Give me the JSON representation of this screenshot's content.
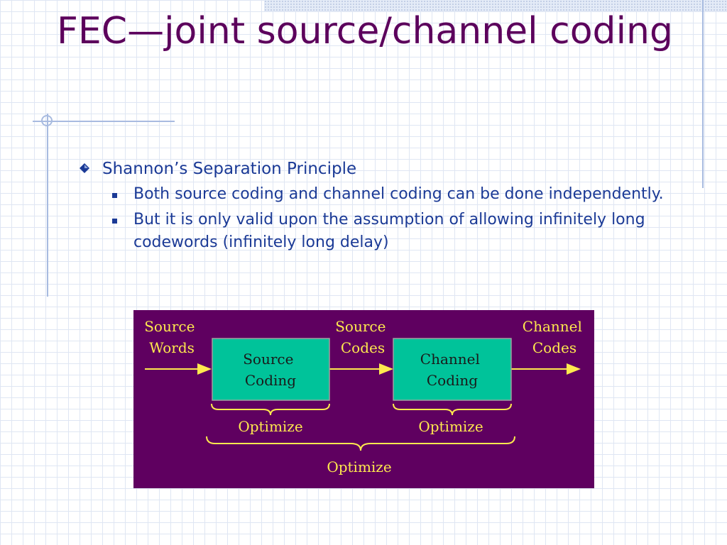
{
  "slide": {
    "title": "FEC—joint source/channel coding",
    "bullets": [
      {
        "text": "Shannon’s Separation Principle",
        "sub": [
          "Both source coding and channel coding can be done independently.",
          "But it is only valid upon the assumption of allowing infinitely long codewords (infinitely long delay)"
        ]
      }
    ]
  },
  "diagram": {
    "label_source_words": [
      "Source",
      "Words"
    ],
    "label_source_codes": [
      "Source",
      "Codes"
    ],
    "label_channel_codes": [
      "Channel",
      "Codes"
    ],
    "box_source_coding": [
      "Source",
      "Coding"
    ],
    "box_channel_coding": [
      "Channel",
      "Coding"
    ],
    "optimize_left": "Optimize",
    "optimize_right": "Optimize",
    "optimize_joint": "Optimize",
    "colors": {
      "background": "#5f0060",
      "box": "#00c39a",
      "text": "#ffe94e",
      "box_text": "#1a1a1a",
      "arrow": "#ffe94e"
    }
  },
  "colors": {
    "title": "#5c005c",
    "bullet_text": "#1b3a96"
  }
}
